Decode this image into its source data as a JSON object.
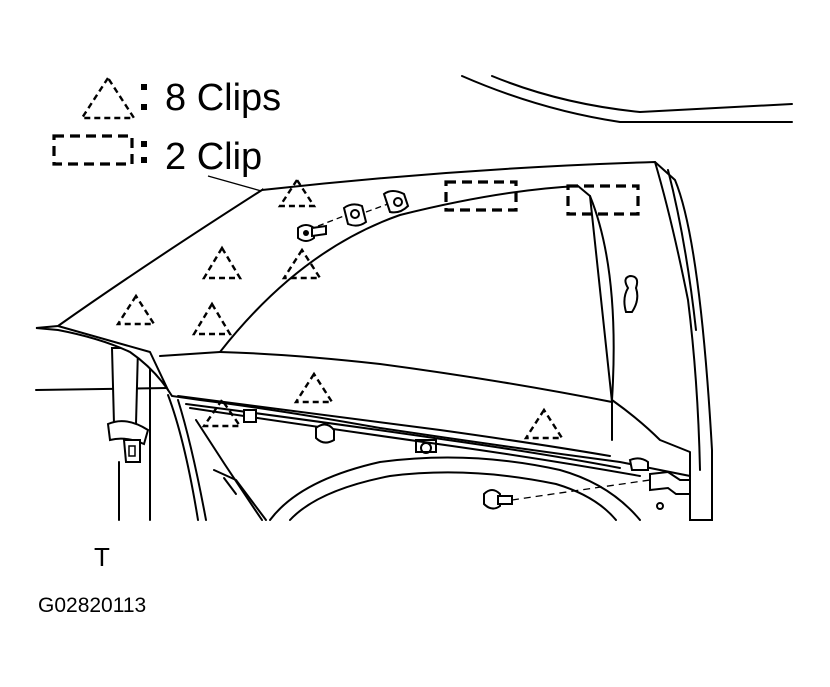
{
  "legend": {
    "triangle_label": "8 Clips",
    "rect_label": "2 Clip"
  },
  "view_marker": "T",
  "figure_code": "G02820113",
  "icons": {
    "triangle": "dashed-triangle-clip-icon",
    "rectangle": "dashed-rectangle-clip-icon"
  },
  "colors": {
    "ink": "#000000",
    "paper": "#ffffff"
  }
}
